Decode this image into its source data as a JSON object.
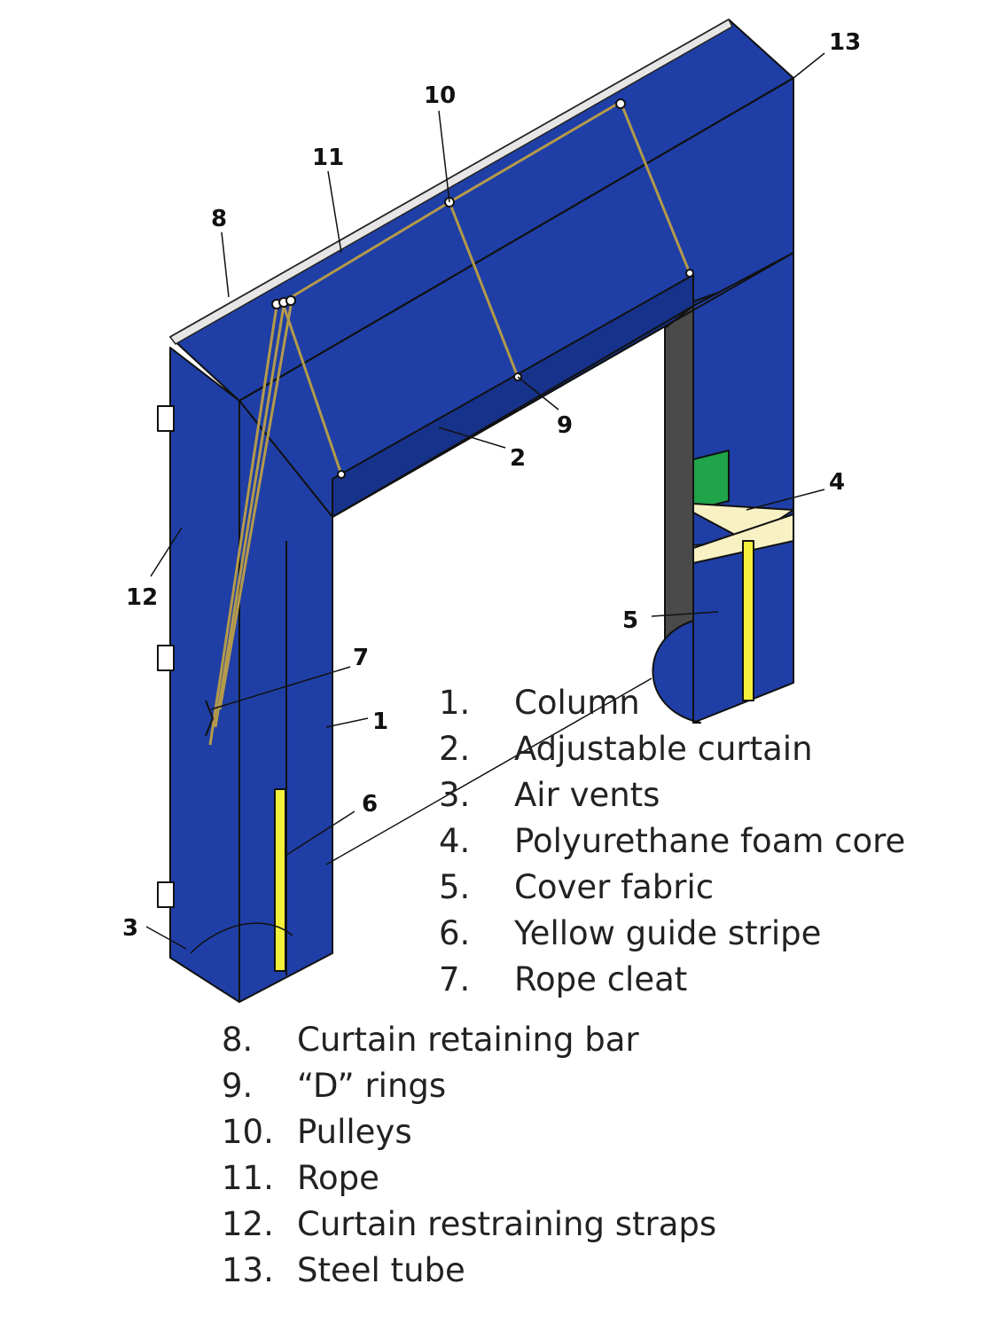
{
  "colors": {
    "fabric": "#1f3fa6",
    "fabric_dark": "#17328a",
    "outline": "#111111",
    "rope": "#b49a4a",
    "stripe": "#f2f03a",
    "foam": "#f7f1c4",
    "foam_green": "#1fa44a",
    "core_grey": "#4a4a4a"
  },
  "callouts": [
    "1",
    "2",
    "3",
    "4",
    "5",
    "6",
    "7",
    "8",
    "9",
    "10",
    "11",
    "12",
    "13"
  ],
  "legend": [
    {
      "num": "1.",
      "label": "Column"
    },
    {
      "num": "2.",
      "label": "Adjustable curtain"
    },
    {
      "num": "3.",
      "label": "Air vents"
    },
    {
      "num": "4.",
      "label": "Polyurethane foam core"
    },
    {
      "num": "5.",
      "label": "Cover fabric"
    },
    {
      "num": "6.",
      "label": "Yellow guide stripe"
    },
    {
      "num": "7.",
      "label": "Rope cleat"
    },
    {
      "num": "8.",
      "label": "Curtain retaining bar"
    },
    {
      "num": "9.",
      "label": "“D” rings"
    },
    {
      "num": "10.",
      "label": "Pulleys"
    },
    {
      "num": "11.",
      "label": "Rope"
    },
    {
      "num": "12.",
      "label": "Curtain restraining straps"
    },
    {
      "num": "13.",
      "label": "Steel tube"
    }
  ]
}
